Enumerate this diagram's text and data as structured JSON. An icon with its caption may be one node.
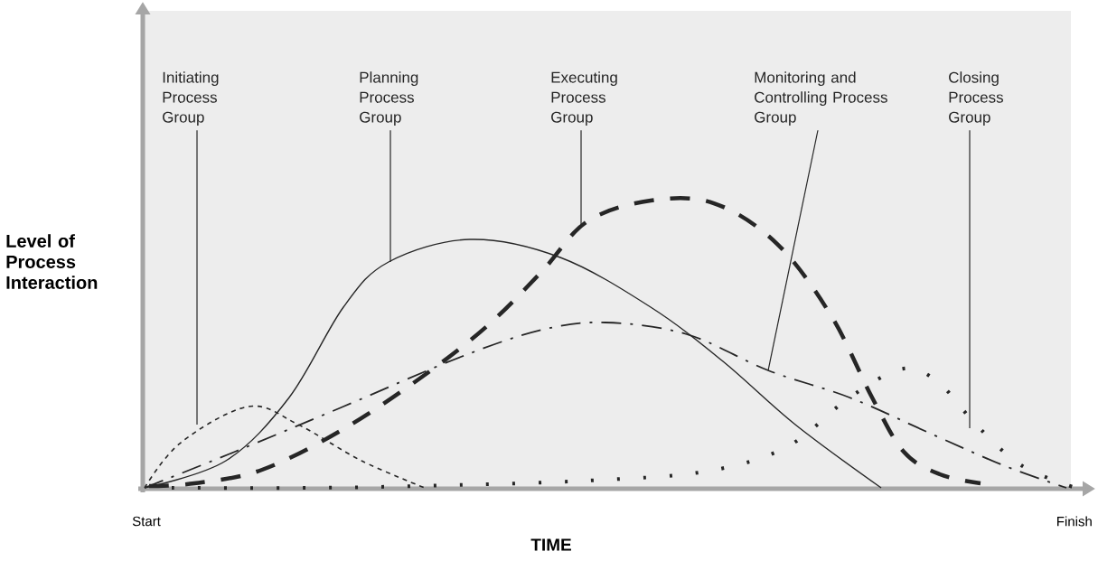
{
  "diagram": {
    "nodes": [
      {
        "text": [
          "Initiating Process Group"
        ]
      },
      {
        "text": [
          "Planning Process Group"
        ]
      },
      {
        "text": [
          "Executing Process Group"
        ]
      },
      {
        "text": [
          "Monitoring and Controlling Process Group"
        ]
      },
      {
        "text": [
          "Closing Process Group"
        ]
      }
    ],
    "edges": [
      {
        "from": 0,
        "to": null,
        "arrow": "none"
      },
      {
        "from": 1,
        "to": null,
        "arrow": "none"
      },
      {
        "from": 2,
        "to": null,
        "arrow": "none"
      },
      {
        "from": 3,
        "to": null,
        "arrow": "none"
      },
      {
        "from": 4,
        "to": null,
        "arrow": "none"
      }
    ],
    "labels": [
      "Level of Process Interaction",
      "Start",
      "Finish",
      "TIME"
    ]
  }
}
